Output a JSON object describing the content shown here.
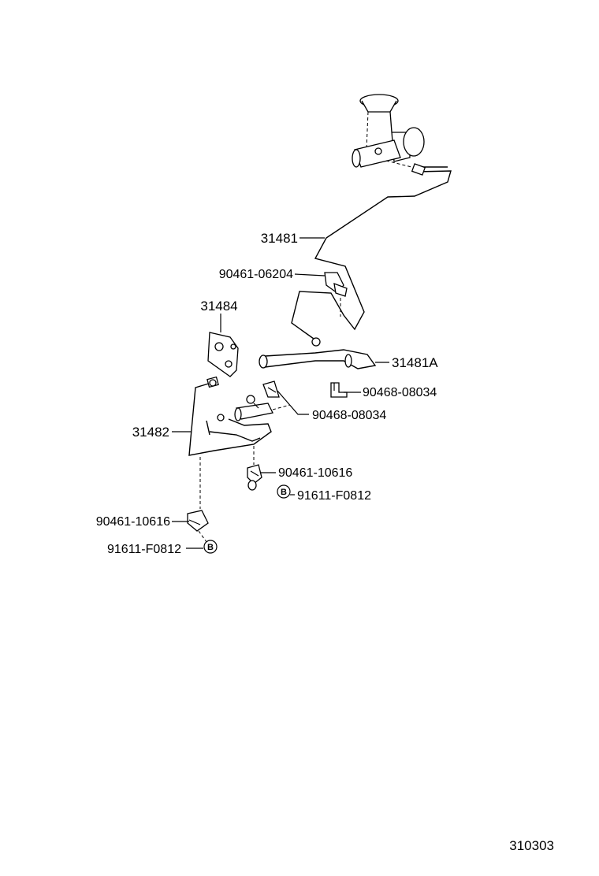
{
  "diagram": {
    "drawing_number": "310303",
    "callouts": {
      "p31481": "31481",
      "p31481A": "31481A",
      "p31482": "31482",
      "p31484": "31484",
      "p90461_06204": "90461-06204",
      "p90468_08034_upper": "90468-08034",
      "p90468_08034_lower": "90468-08034",
      "p90461_10616_right": "90461-10616",
      "p90461_10616_left": "90461-10616",
      "p91611_F0812_right": "91611-F0812",
      "p91611_F0812_left": "91611-F0812"
    },
    "markers": {
      "b_right": "B",
      "b_left": "B"
    }
  }
}
